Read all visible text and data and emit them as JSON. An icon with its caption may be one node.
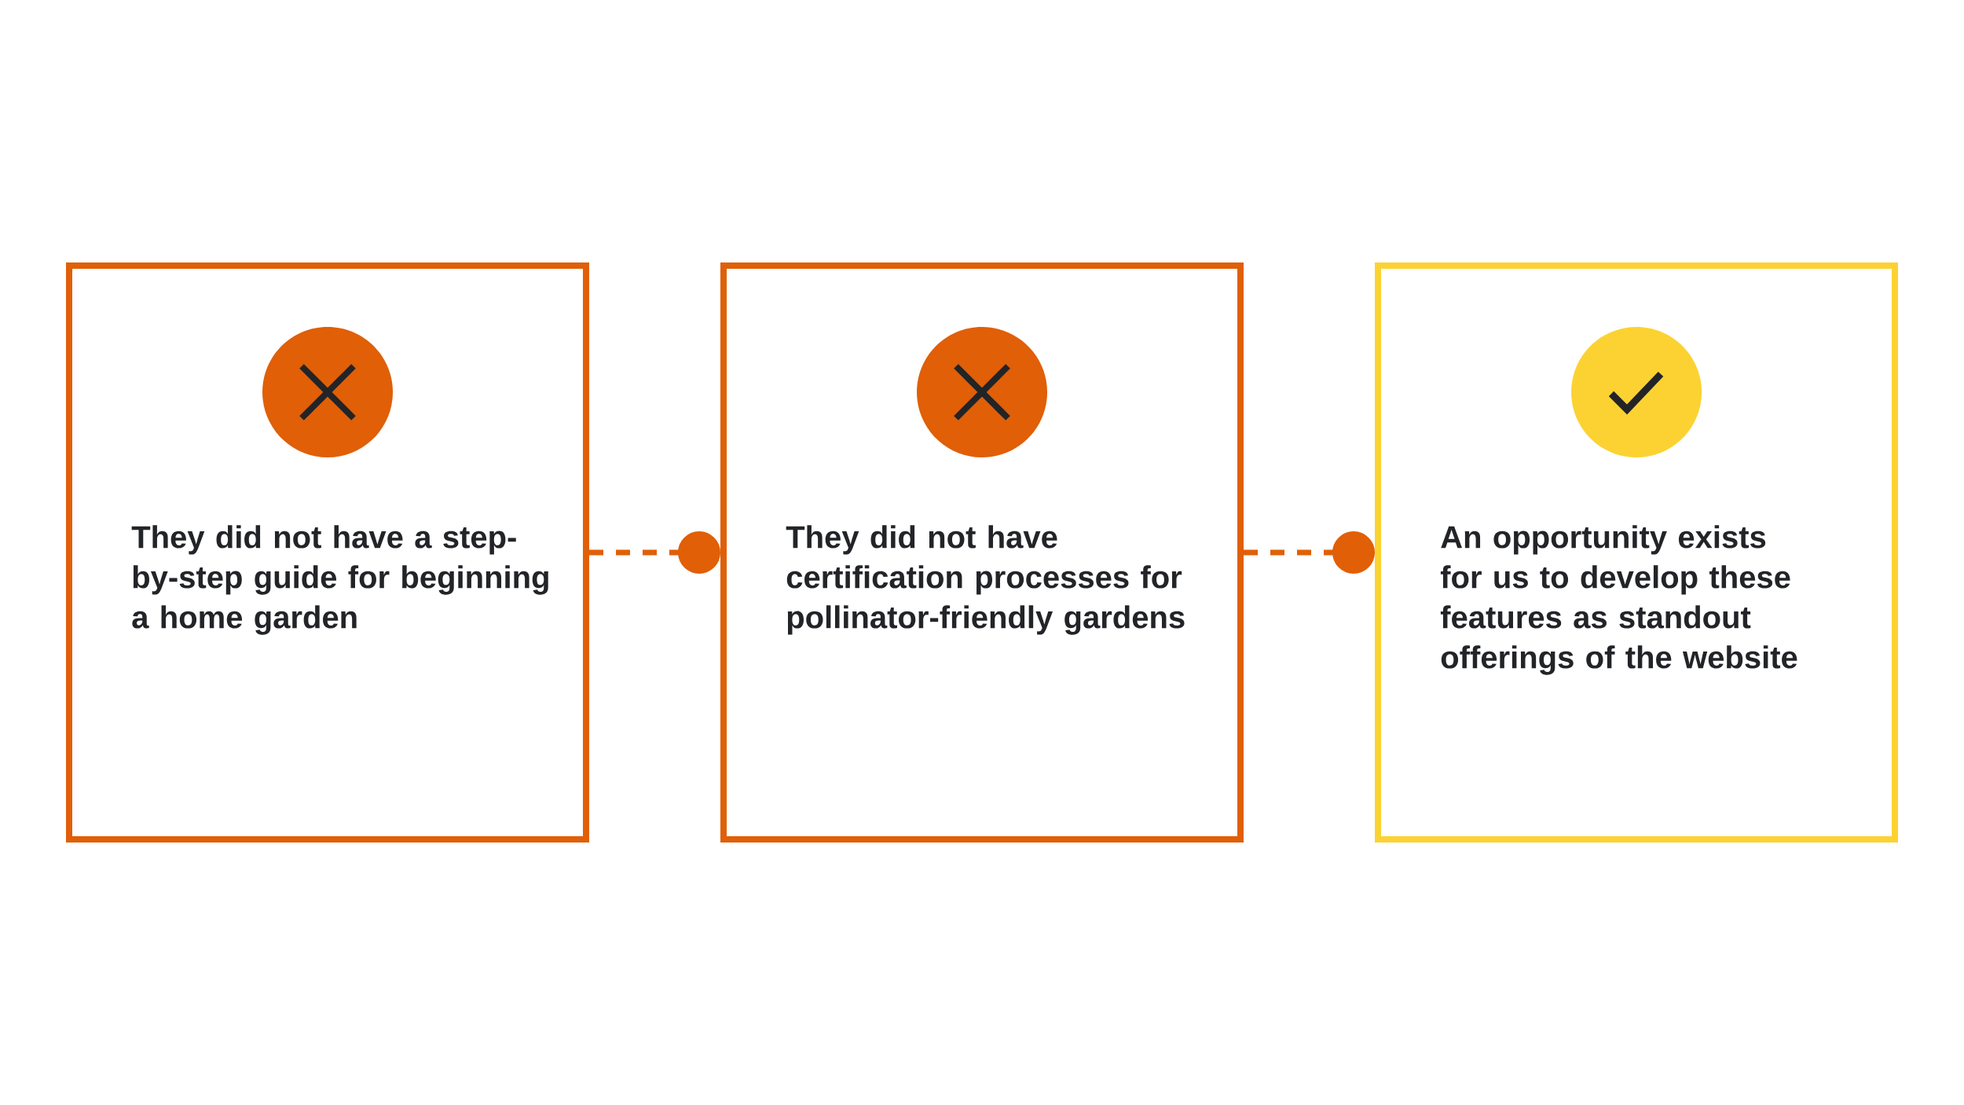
{
  "diagram": {
    "nodes": [
      {
        "text": [
          "They did not have a step-by-step guide for beginning a home garden"
        ]
      },
      {
        "text": [
          "They did not have certification processes for pollinator-friendly gardens"
        ]
      },
      {
        "text": [
          "An opportunity exists for us to develop these features as standout offerings of the website"
        ]
      }
    ],
    "edges": [
      {
        "from": 0,
        "to": 1,
        "arrow": "other",
        "style": "dashed"
      },
      {
        "from": 1,
        "to": 2,
        "arrow": "other",
        "style": "dashed"
      }
    ]
  }
}
